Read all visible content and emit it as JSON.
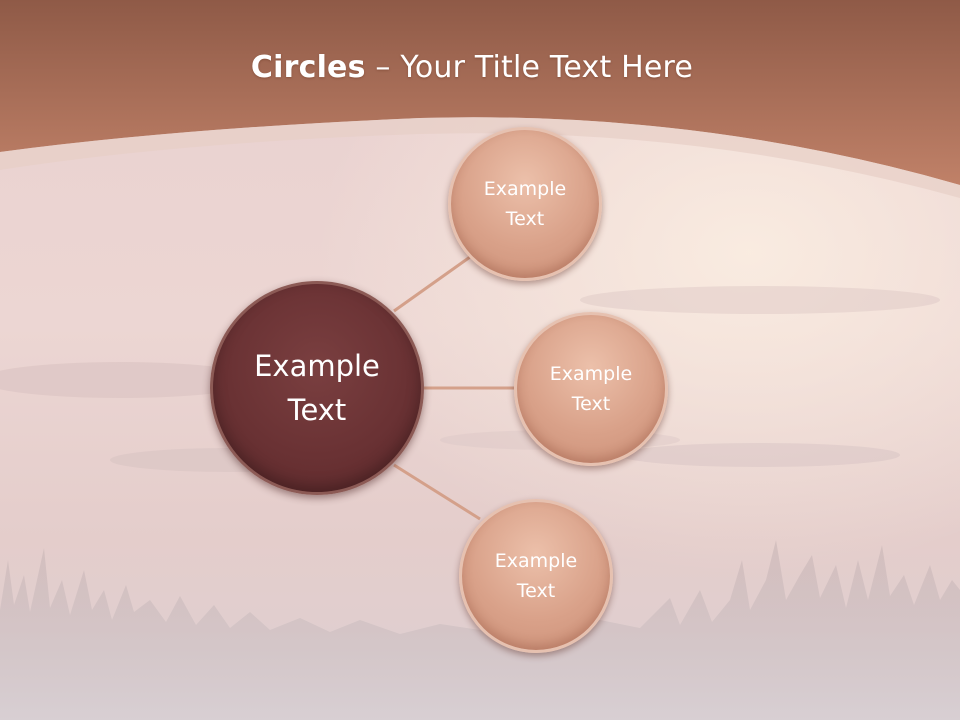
{
  "title": {
    "bold": "Circles",
    "rest": " – Your Title Text Here"
  },
  "diagram": {
    "center": {
      "line1": "Example",
      "line2": "Text"
    },
    "nodes": [
      {
        "line1": "Example",
        "line2": "Text"
      },
      {
        "line1": "Example",
        "line2": "Text"
      },
      {
        "line1": "Example",
        "line2": "Text"
      }
    ]
  },
  "colors": {
    "header": "#b4705a",
    "center_circle": "#6a3234",
    "node_circle": "#d9a189",
    "connector": "#d4a08a"
  }
}
